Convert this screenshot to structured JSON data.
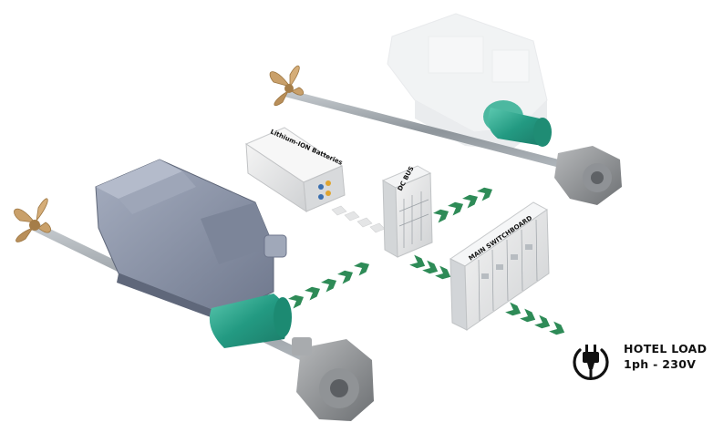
{
  "labels": {
    "batteries": "Lithium-ION Batteries",
    "dc_bus": "DC BUS",
    "main_switchboard": "MAIN SWITCHBOARD",
    "hotel_load_title": "HOTEL LOAD",
    "hotel_load_spec": "1ph - 230V"
  },
  "icons": {
    "plug": "power-plug-icon",
    "flow_arrow": "chevron-arrow-icon"
  },
  "colors": {
    "arrow_green": "#2e8b57",
    "motor_teal": "#2aa88f",
    "engine_grey": "#8a93a8",
    "propeller_bronze": "#c9a06a",
    "shaft_grey": "#9da3a8",
    "background": "#ffffff"
  }
}
